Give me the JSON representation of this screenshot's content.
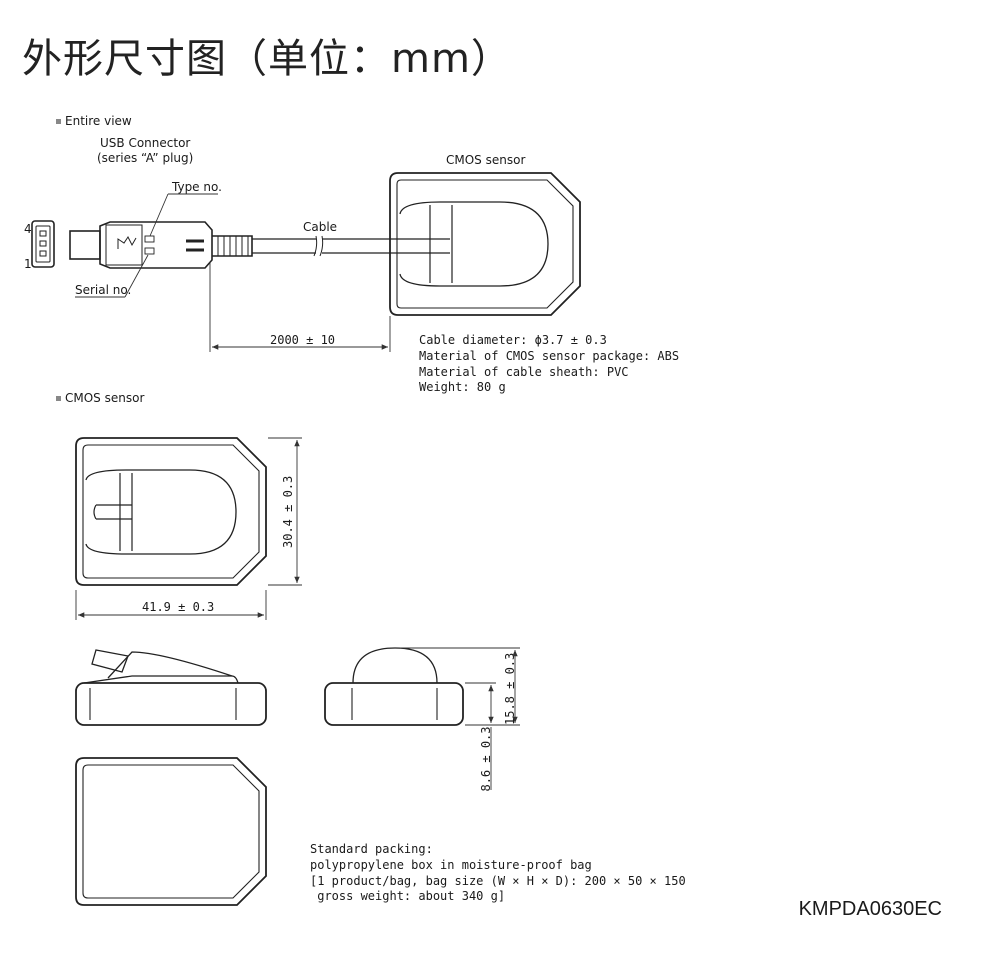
{
  "title": "外形尺寸图（单位：mm）",
  "sections": {
    "entire_view": "Entire view",
    "cmos_sensor": "CMOS sensor"
  },
  "labels": {
    "usb_connector_line1": "USB Connector",
    "usb_connector_line2": "(series “A” plug)",
    "type_no": "Type no.",
    "serial_no": "Serial no.",
    "cable": "Cable",
    "cmos_sensor": "CMOS sensor",
    "pin_4": "4",
    "pin_1": "1"
  },
  "dimensions": {
    "cable_length": "2000 ± 10",
    "width": "41.9 ± 0.3",
    "height": "30.4 ± 0.3",
    "thickness_total": "15.8 ± 0.3",
    "thickness_body": "8.6 ± 0.3"
  },
  "specs": [
    "Cable diameter: ϕ3.7 ± 0.3",
    "Material of CMOS sensor package: ABS",
    "Material of cable sheath: PVC",
    "Weight: 80 g"
  ],
  "packing": [
    "Standard packing:",
    "polypropylene box in moisture-proof bag",
    "[1 product/bag, bag size (W × H × D): 200 × 50 × 150",
    " gross weight: about 340 g]"
  ],
  "document_code": "KMPDA0630EC"
}
